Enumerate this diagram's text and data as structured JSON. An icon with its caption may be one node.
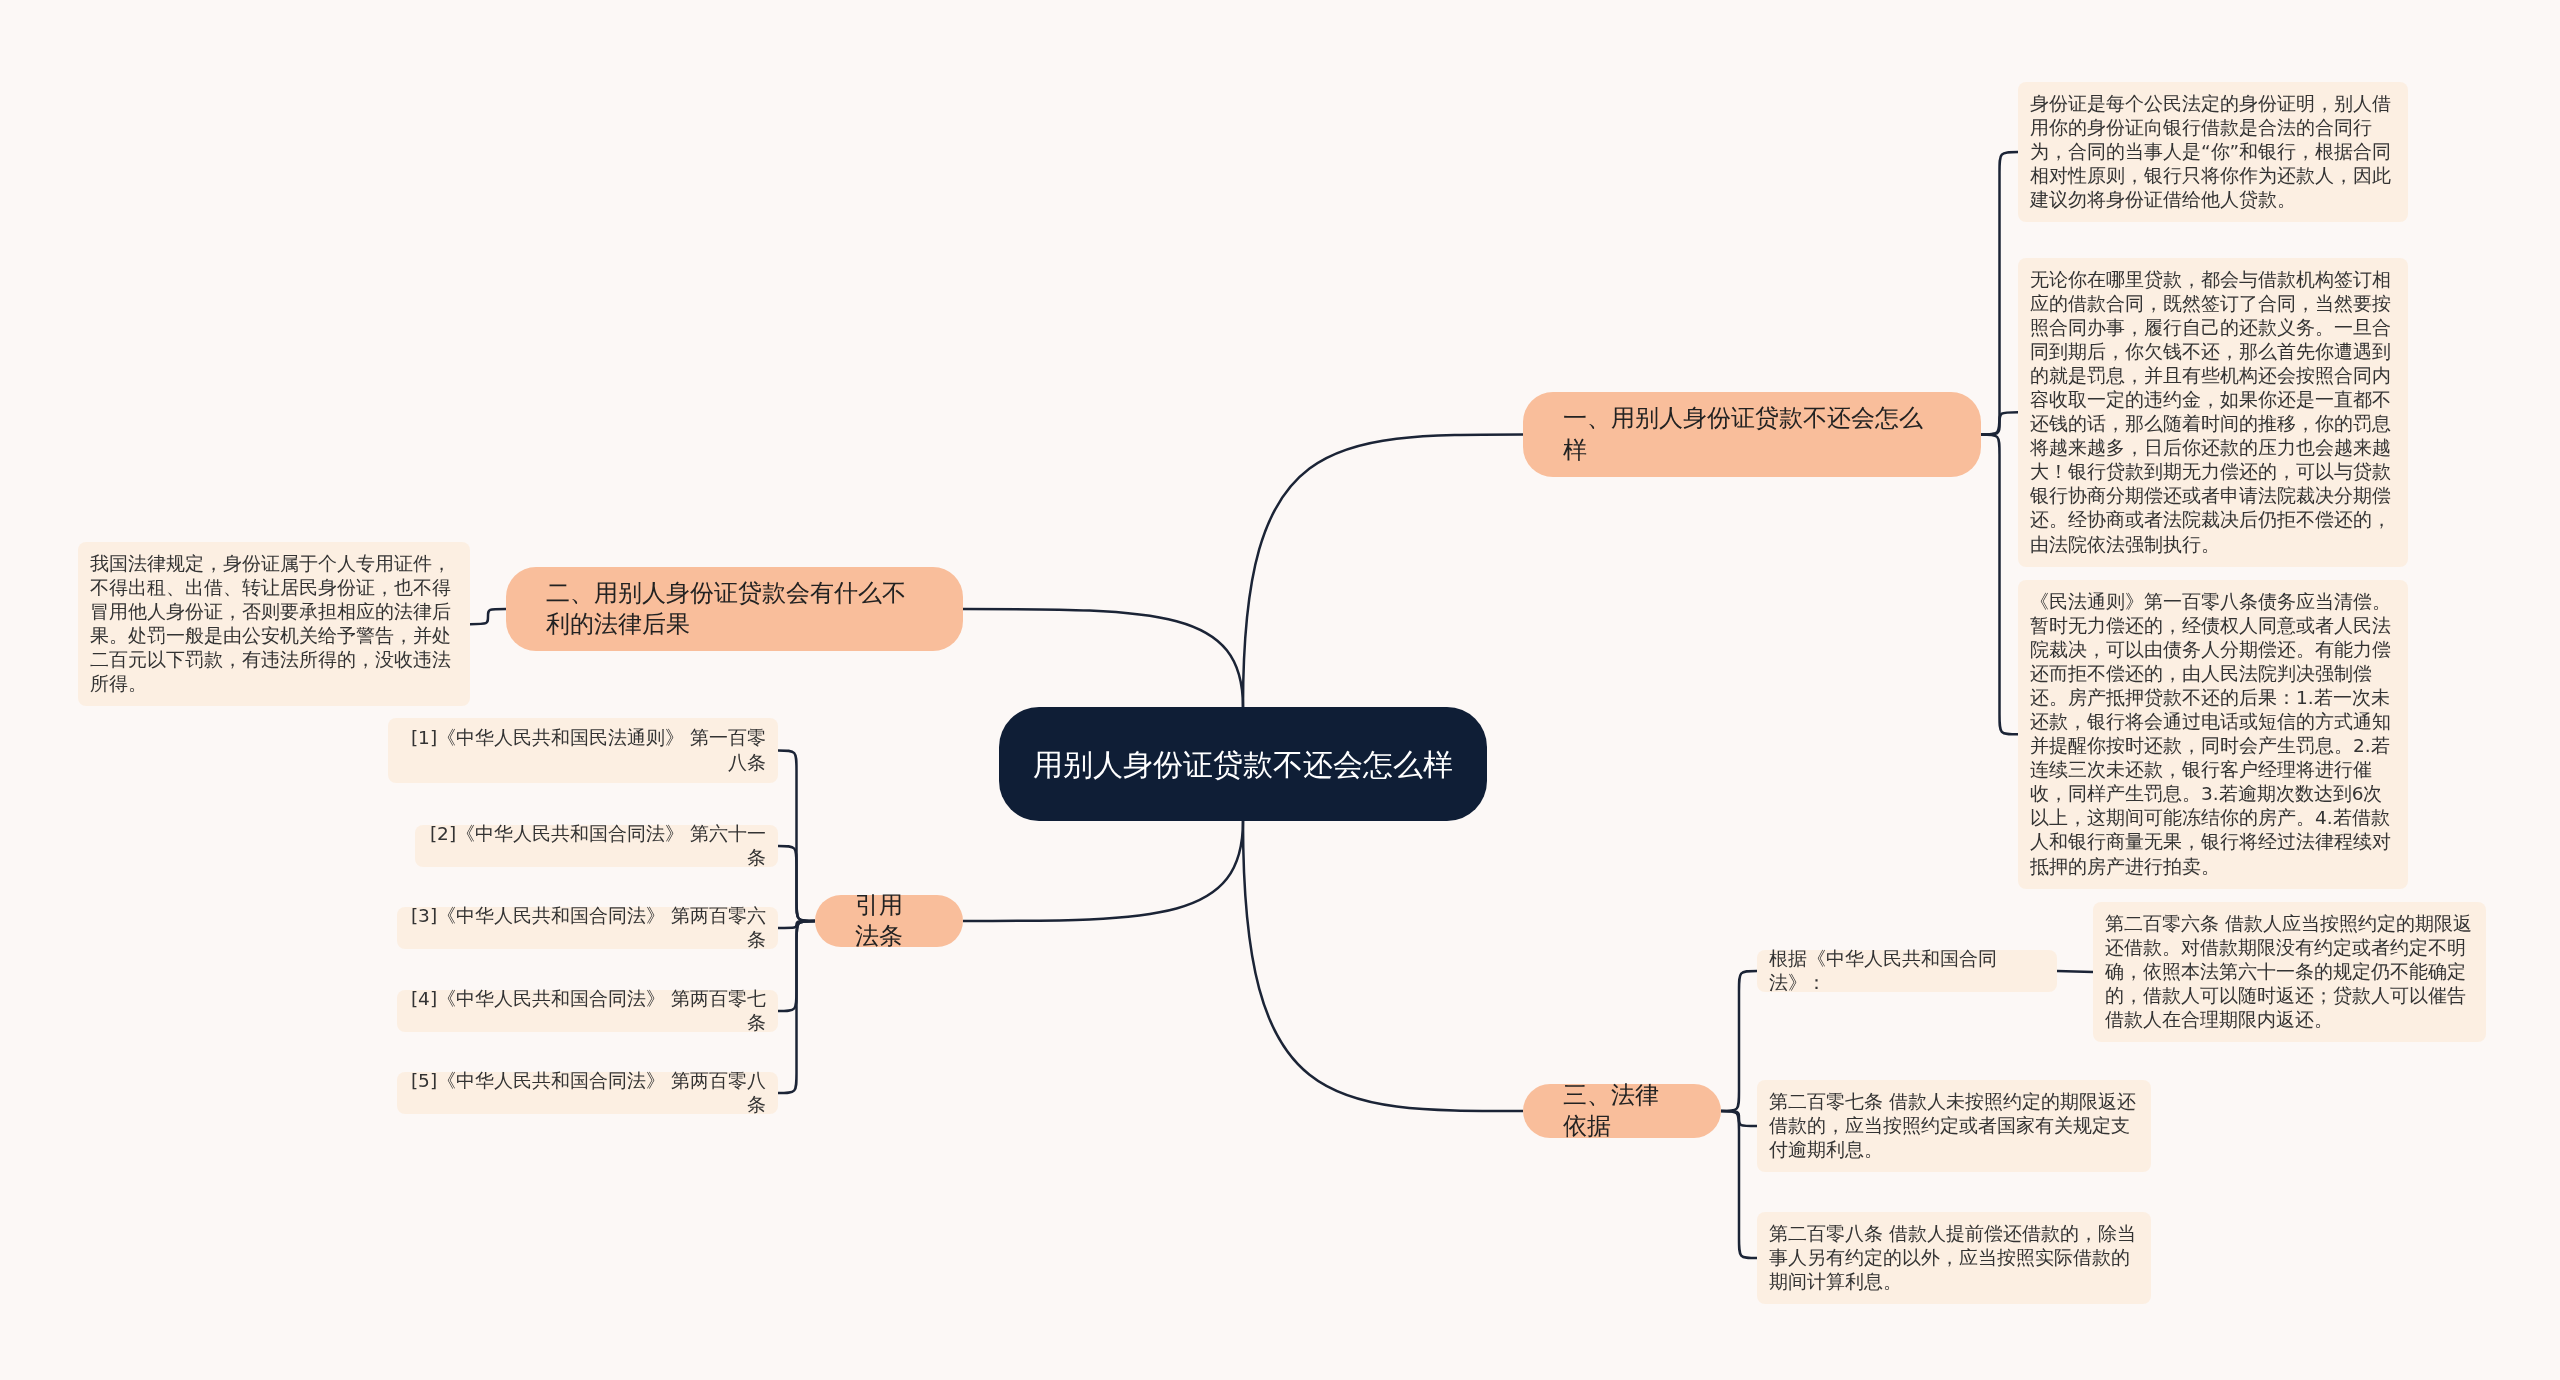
{
  "diagram": {
    "nodes": [
      {
        "text": [
          "用别人身份证贷款不还会怎么样"
        ]
      },
      {
        "text": [
          "一、用别人身份证贷款不还会怎么样"
        ]
      },
      {
        "text": [
          "身份证是每个公民法定的身份证明，别人借用你的身份证向银行借款是合法的合同行为，合同的当事人是“你”和银行，根据合同相对性原则，银行只将你作为还款人，因此建议勿将身份证借给他人贷款。"
        ]
      },
      {
        "text": [
          "无论你在哪里贷款，都会与借款机构签订相应的借款合同，既然签订了合同，当然要按照合同办事，履行自己的还款义务。一旦合同到期后，你欠钱不还，那么首先你遭遇到的就是罚息，并且有些机构还会按照合同内容收取一定的违约金，如果你还是一直都不还钱的话，那么随着时间的推移，你的罚息将越来越多，日后你还款的压力也会越来越大！银行贷款到期无力偿还的，可以与贷款银行协商分期偿还或者申请法院裁决分期偿还。经协商或者法院裁决后仍拒不偿还的，由法院依法强制执行。"
        ]
      },
      {
        "text": [
          "《民法通则》第一百零八条债务应当清偿。暂时无力偿还的，经债权人同意或者人民法院裁决，可以由债务人分期偿还。有能力偿还而拒不偿还的，由人民法院判决强制偿还。房产抵押贷款不还的后果：1.若一次未还款，银行将会通过电话或短信的方式通知并提醒你按时还款，同时会产生罚息。2.若连续三次未还款，银行客户经理将进行催收，同样产生罚息。3.若逾期次数达到6次以上，这期间可能冻结你的房产。4.若借款人和银行商量无果，银行将经过法律程续对抵押的房产进行拍卖。"
        ]
      },
      {
        "text": [
          "二、用别人身份证贷款会有什么不利的法律后果"
        ]
      },
      {
        "text": [
          "我国法律规定，身份证属于个人专用证件，不得出租、出借、转让居民身份证，也不得冒用他人身份证，否则要承担相应的法律后果。处罚一般是由公安机关给予警告，并处二百元以下罚款，有违法所得的，没收违法所得。"
        ]
      },
      {
        "text": [
          "引用法条"
        ]
      },
      {
        "text": [
          "[1]《中华人民共和国民法通则》 第一百零八条"
        ]
      },
      {
        "text": [
          "[2]《中华人民共和国合同法》 第六十一条"
        ]
      },
      {
        "text": [
          "[3]《中华人民共和国合同法》 第两百零六条"
        ]
      },
      {
        "text": [
          "[4]《中华人民共和国合同法》 第两百零七条"
        ]
      },
      {
        "text": [
          "[5]《中华人民共和国合同法》 第两百零八条"
        ]
      },
      {
        "text": [
          "三、法律依据"
        ]
      },
      {
        "text": [
          "根据《中华人民共和国合同法》："
        ]
      },
      {
        "text": [
          "第二百零六条 借款人应当按照约定的期限返还借款。对借款期限没有约定或者约定不明确，依照本法第六十一条的规定仍不能确定的，借款人可以随时返还；贷款人可以催告借款人在合理期限内返还。"
        ]
      },
      {
        "text": [
          "第二百零七条 借款人未按照约定的期限返还借款的，应当按照约定或者国家有关规定支付逾期利息。"
        ]
      },
      {
        "text": [
          "第二百零八条 借款人提前偿还借款的，除当事人另有约定的以外，应当按照实际借款的期间计算利息。"
        ]
      }
    ],
    "edges": [
      {
        "from": 0,
        "to": 1,
        "arrow": "none"
      },
      {
        "from": 1,
        "to": 2,
        "arrow": "none"
      },
      {
        "from": 1,
        "to": 3,
        "arrow": "none"
      },
      {
        "from": 1,
        "to": 4,
        "arrow": "none"
      },
      {
        "from": 0,
        "to": 5,
        "arrow": "none"
      },
      {
        "from": 5,
        "to": 6,
        "arrow": "none"
      },
      {
        "from": 0,
        "to": 7,
        "arrow": "none"
      },
      {
        "from": 7,
        "to": 8,
        "arrow": "none"
      },
      {
        "from": 7,
        "to": 9,
        "arrow": "none"
      },
      {
        "from": 7,
        "to": 10,
        "arrow": "none"
      },
      {
        "from": 7,
        "to": 11,
        "arrow": "none"
      },
      {
        "from": 7,
        "to": 12,
        "arrow": "none"
      },
      {
        "from": 0,
        "to": 13,
        "arrow": "none"
      },
      {
        "from": 13,
        "to": 14,
        "arrow": "none"
      },
      {
        "from": 14,
        "to": 15,
        "arrow": "none"
      },
      {
        "from": 13,
        "to": 16,
        "arrow": "none"
      },
      {
        "from": 13,
        "to": 17,
        "arrow": "none"
      }
    ]
  }
}
